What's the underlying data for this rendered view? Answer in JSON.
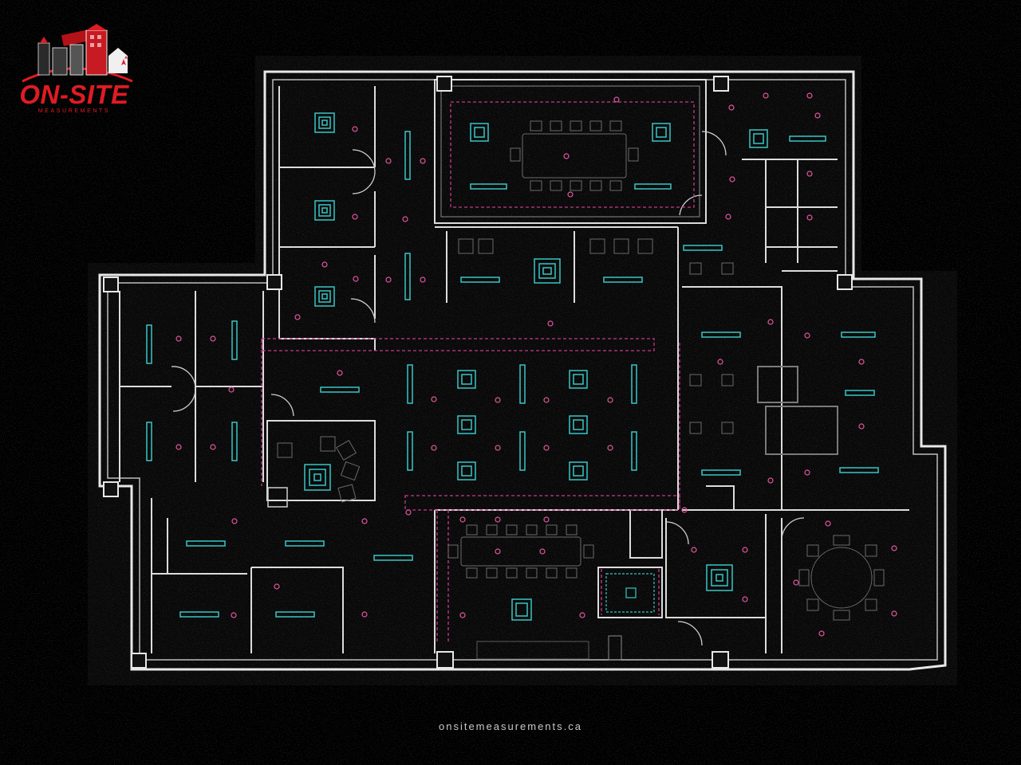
{
  "brand": {
    "name": "ON-SITE",
    "tagline": "MEASUREMENTS",
    "accent_color": "#e01b24",
    "icon": "building-skyline-maple-leaf-logo"
  },
  "footer": {
    "url": "onsitemeasurements.ca"
  },
  "plan": {
    "style": "point-cloud floor plan scan",
    "wall_color": "#e8e8e8",
    "lighting_fixture_color": "#39c6c6",
    "ceiling_marker_color": "#e3579f",
    "ceiling_break_line_color": "#c83a8a",
    "background_color": "#000000"
  }
}
